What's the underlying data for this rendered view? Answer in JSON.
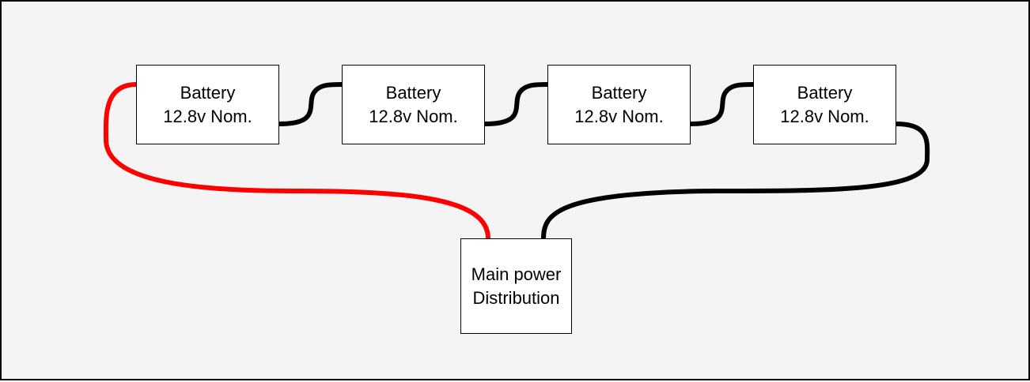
{
  "diagram": {
    "batteries": [
      {
        "title": "Battery",
        "rating": "12.8v Nom."
      },
      {
        "title": "Battery",
        "rating": "12.8v Nom."
      },
      {
        "title": "Battery",
        "rating": "12.8v Nom."
      },
      {
        "title": "Battery",
        "rating": "12.8v Nom."
      }
    ],
    "distribution": {
      "line1": "Main power",
      "line2": "Distribution"
    },
    "colors": {
      "positive_wire": "#ff0000",
      "negative_wire": "#000000",
      "background": "#f4f4f4"
    }
  }
}
